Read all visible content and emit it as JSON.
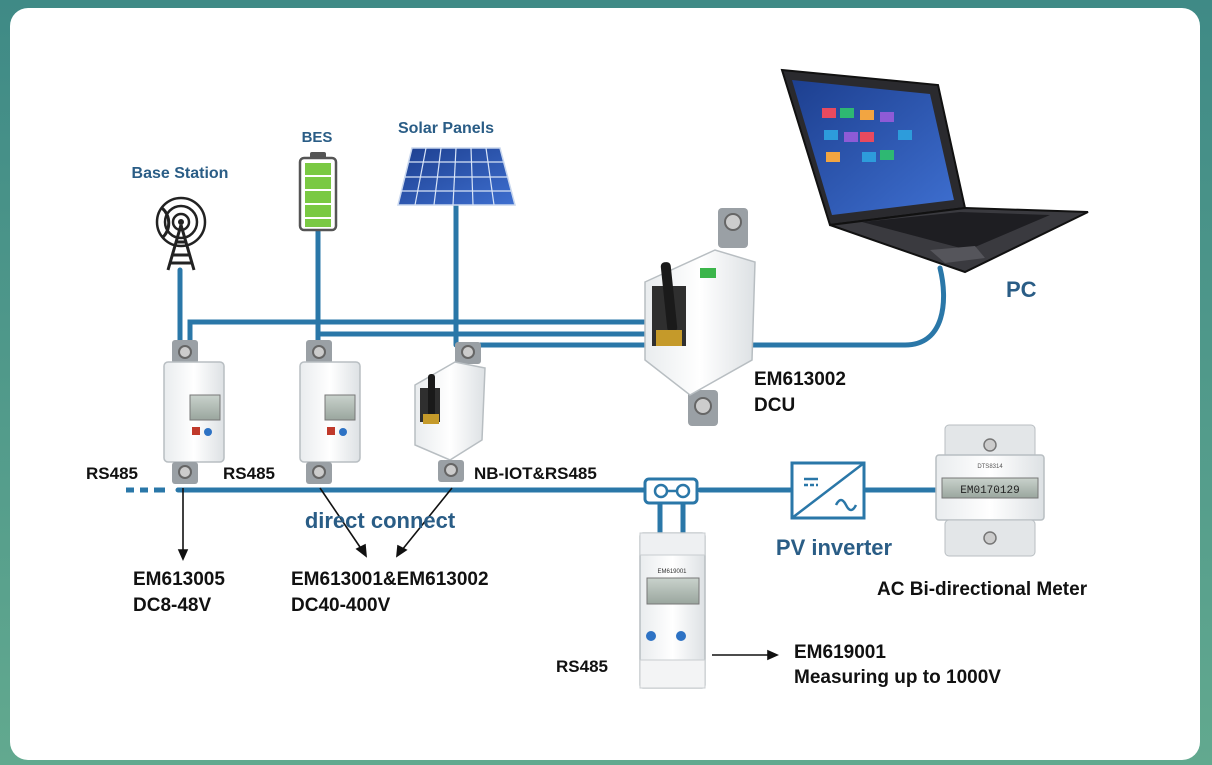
{
  "labels": {
    "base_station": "Base Station",
    "bes": "BES",
    "solar_panels": "Solar Panels",
    "pc": "PC",
    "dcu_model": "EM613002",
    "dcu_name": "DCU",
    "rs485_a": "RS485",
    "rs485_b": "RS485",
    "nbiot_rs485": "NB-IOT&RS485",
    "direct_connect": "direct connect",
    "meter_a_model": "EM613005",
    "meter_a_range": "DC8-48V",
    "meter_bc_model": "EM613001&EM613002",
    "meter_bc_range": "DC40-400V",
    "pv_inverter": "PV inverter",
    "ac_meter": "AC Bi-directional Meter",
    "rs485_c": "RS485",
    "meter_d_model": "EM619001",
    "meter_d_range": "Measuring up to 1000V",
    "meter_d_screen_label": "EM619001",
    "ac_meter_display": "EM0170129",
    "ac_meter_header": "DTS8314"
  },
  "colors": {
    "line": "#2a77a8",
    "label_blue": "#2a5d86",
    "label_black": "#111111",
    "battery_green": "#7ac943",
    "solar_blue": "#1f4fa8"
  },
  "icons": {
    "base_station": "radio-tower-icon",
    "battery": "battery-icon",
    "solar": "solar-panel-icon",
    "laptop": "laptop-icon",
    "inverter": "inverter-icon",
    "shunt": "current-shunt-icon"
  }
}
